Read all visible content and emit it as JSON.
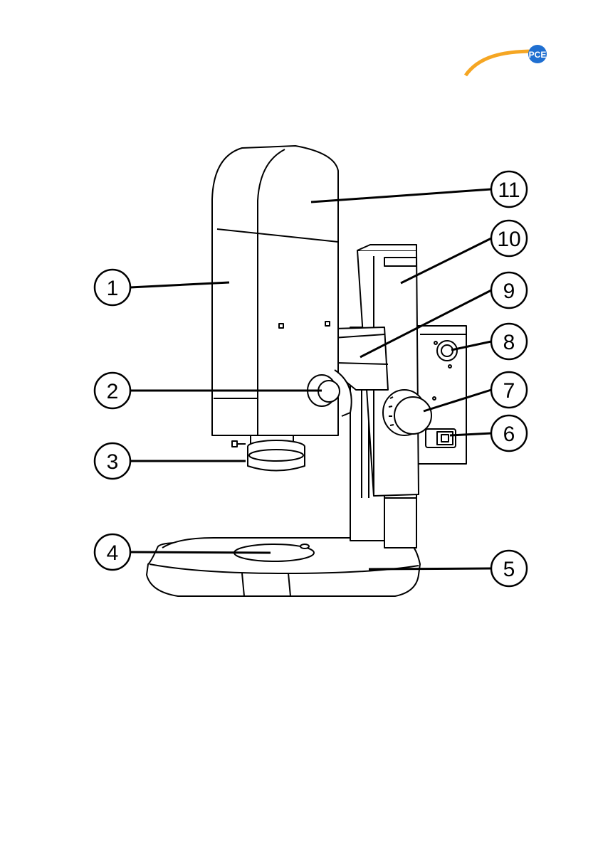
{
  "logo": {
    "text": "PCE",
    "accent_color": "#f5a623",
    "badge_color": "#1f6fd1"
  },
  "callouts": [
    {
      "number": "1"
    },
    {
      "number": "2"
    },
    {
      "number": "3"
    },
    {
      "number": "4"
    },
    {
      "number": "5"
    },
    {
      "number": "6"
    },
    {
      "number": "7"
    },
    {
      "number": "8"
    },
    {
      "number": "9"
    },
    {
      "number": "10"
    },
    {
      "number": "11"
    }
  ]
}
